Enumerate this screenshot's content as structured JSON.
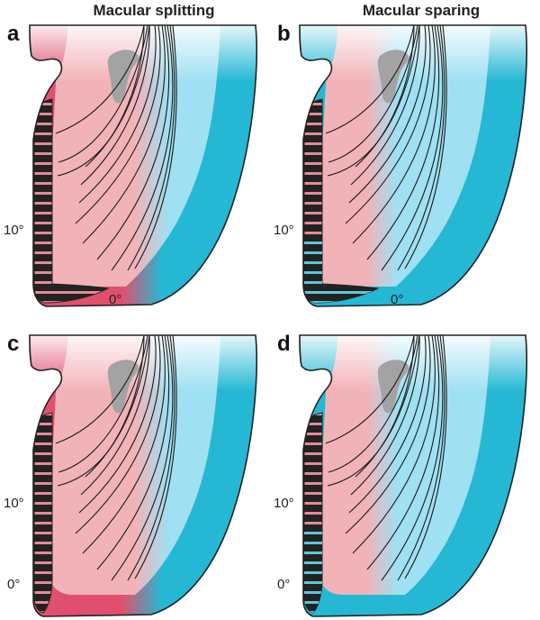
{
  "columns": [
    "Macular splitting",
    "Macular sparing"
  ],
  "panels": [
    {
      "letter": "a",
      "tick_10": "10°",
      "tick_0": "0°",
      "variant": "splitting-top"
    },
    {
      "letter": "b",
      "tick_10": "10°",
      "tick_0": "0°",
      "variant": "sparing-top"
    },
    {
      "letter": "c",
      "tick_10": "10°",
      "tick_0": "0°",
      "variant": "splitting-bottom"
    },
    {
      "letter": "d",
      "tick_10": "10°",
      "tick_0": "0°",
      "variant": "sparing-bottom"
    }
  ],
  "colors": {
    "red_light": "#f2b3b8",
    "red_strong": "#e0506e",
    "blue_light": "#9fe0f2",
    "blue_strong": "#25b8d4",
    "grey_blob": "#a3a3a3",
    "outline": "#222222"
  }
}
